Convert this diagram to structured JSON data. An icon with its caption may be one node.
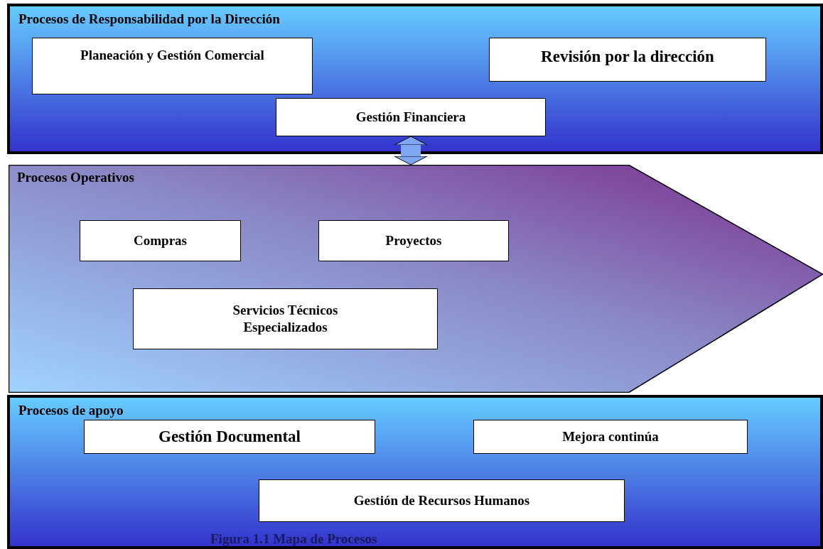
{
  "diagram": {
    "caption": "Figura 1.1 Mapa de Procesos",
    "nodes": [
      {
        "text": [
          "Procesos de Responsabilidad por la Dirección"
        ]
      },
      {
        "text": [
          "Planeación y Gestión Comercial"
        ],
        "in": 0
      },
      {
        "text": [
          "Revisión por la dirección"
        ],
        "in": 0
      },
      {
        "text": [
          "Gestión Financiera"
        ],
        "in": 0
      },
      {
        "text": [
          "Procesos Operativos"
        ]
      },
      {
        "text": [
          "Compras"
        ],
        "in": 4
      },
      {
        "text": [
          "Proyectos"
        ],
        "in": 4
      },
      {
        "text": [
          "Servicios Técnicos Especializados"
        ],
        "in": 4
      },
      {
        "text": [
          "Procesos de apoyo"
        ]
      },
      {
        "text": [
          "Gestión Documental"
        ],
        "in": 8
      },
      {
        "text": [
          "Mejora continúa"
        ],
        "in": 8
      },
      {
        "text": [
          "Gestión de Recursos Humanos"
        ],
        "in": 8
      }
    ],
    "edges": [
      {
        "from": 3,
        "to": 4,
        "arrow": "both"
      }
    ]
  }
}
